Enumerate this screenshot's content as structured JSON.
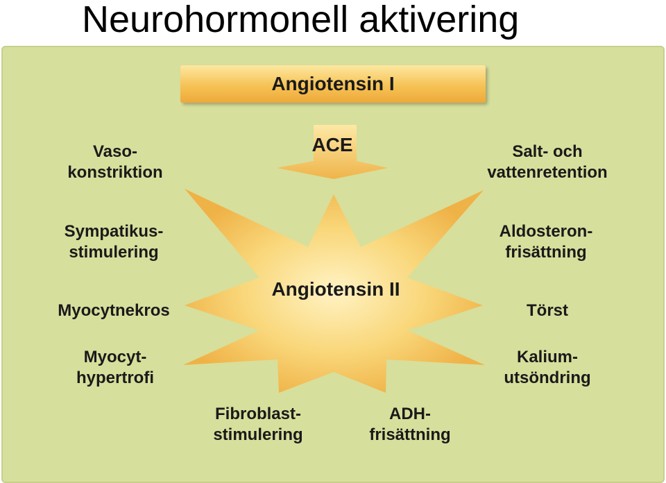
{
  "title": "Neurohormonell aktivering",
  "diagram": {
    "top_box": "Angiotensin I",
    "enzyme": "ACE",
    "center": "Angiotensin II",
    "effects_left": [
      "Vaso-\nkonstriktion",
      "Sympatikus-\nstimulering",
      "Myocytnekros",
      "Myocyt-\nhypertrofi"
    ],
    "effects_right": [
      "Salt- och\nvattenretention",
      "Aldosteron-\nfrisättning",
      "Törst",
      "Kalium-\nutsöndring"
    ],
    "effects_bottom": [
      "Fibroblast-\nstimulering",
      "ADH-\nfrisättning"
    ]
  },
  "colors": {
    "panel": "#d7df9c",
    "star": "#f6c85a",
    "box": "#f6c255"
  }
}
